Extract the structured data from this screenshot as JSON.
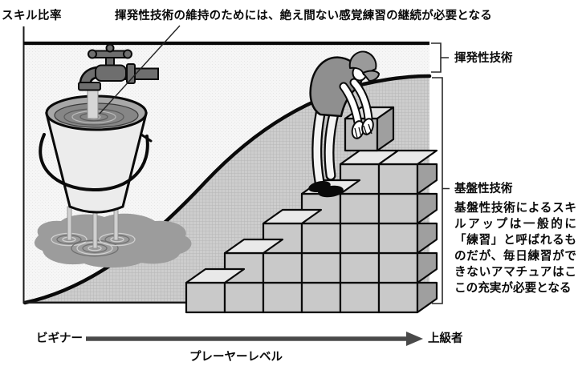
{
  "header": {
    "axis_title": "スキル比率",
    "annotation": "揮発性技術の維持のためには、絶え間ない感覚練習の継続が必要となる"
  },
  "diagram": {
    "region_labels": {
      "volatile": "揮発性技術",
      "foundational": "基盤性技術"
    },
    "foundational_note": "基盤性技術によるスキルアップは一般的に「練習」と呼ばれるものだが、毎日練習ができないアマチュアはここの充実が必要となる",
    "illustrations": {
      "faucet": "faucet-icon",
      "water_stream": "water-stream-icon",
      "bucket": "bucket-icon",
      "leak_streams": "leak-streams-icon",
      "puddle": "puddle-icon",
      "growth_curve": "growth-curve",
      "staircase": "block-staircase-icon",
      "person": "person-stacking-block-icon",
      "held_block": "held-block-icon"
    },
    "colors": {
      "outline": "#0a0a0a",
      "volatile_area": "#f6f6f6",
      "foundation_area": "#cdcdcd",
      "block_front": "#c9c9c9",
      "block_top": "#e9e9e9",
      "block_side": "#9f9f9f",
      "metal": "#6e6e6e",
      "water": "#868686",
      "puddle": "#9c9c9c",
      "arrow": "#4a4a4a"
    }
  },
  "x_axis": {
    "left_label": "ビギナー",
    "right_label": "上級者",
    "axis_label": "プレーヤーレベル"
  }
}
